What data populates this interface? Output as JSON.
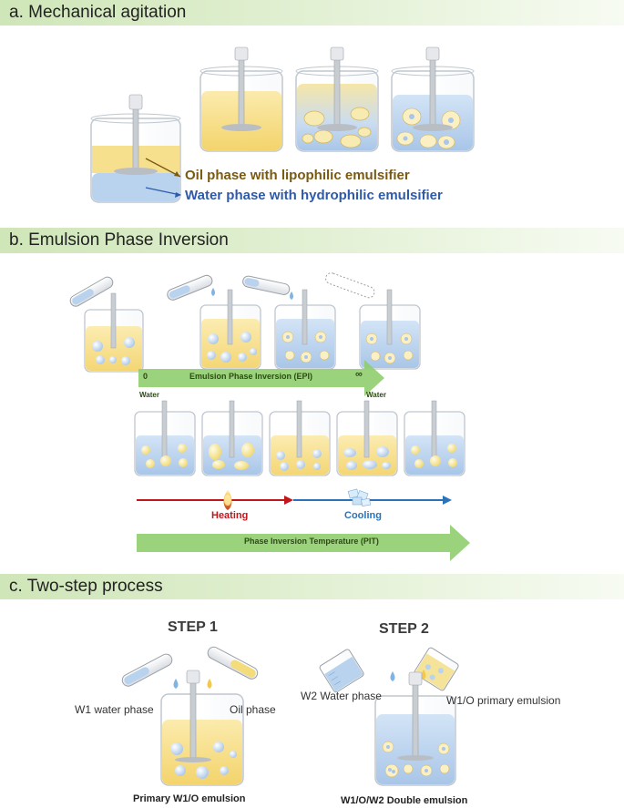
{
  "section_a": {
    "title": "a.   Mechanical agitation",
    "oil_label": "Oil phase with lipophilic emulsifier",
    "water_label": "Water phase with hydrophilic emulsifier"
  },
  "section_b": {
    "title": "b.   Emulsion Phase Inversion",
    "epi_arrow_label": "Emulsion Phase Inversion (EPI)",
    "epi_start": "0",
    "epi_end": "∞",
    "water_left": "Water",
    "water_right": "Water",
    "heating_label": "Heating",
    "cooling_label": "Cooling",
    "pit_arrow_label": "Phase Inversion Temperature (PIT)"
  },
  "section_c": {
    "title": "c.   Two-step process",
    "step1_title": "STEP 1",
    "step2_title": "STEP 2",
    "w1_label": "W1 water phase",
    "oil_phase_label": "Oil phase",
    "w2_label": "W2 Water phase",
    "w1o_label": "W1/O primary emulsion",
    "primary_caption": "Primary W1/O emulsion",
    "double_caption": "W1/O/W2 Double emulsion"
  },
  "colors": {
    "band_green": "#d8ebc6",
    "oil_yellow": "#f5dc7a",
    "water_blue": "#b9d3ee",
    "oil_text": "#7a5a12",
    "water_text": "#2f5aa8",
    "arrow_green": "#8fce6e",
    "heating_red": "#c0161c",
    "cooling_blue": "#2a73b8"
  }
}
